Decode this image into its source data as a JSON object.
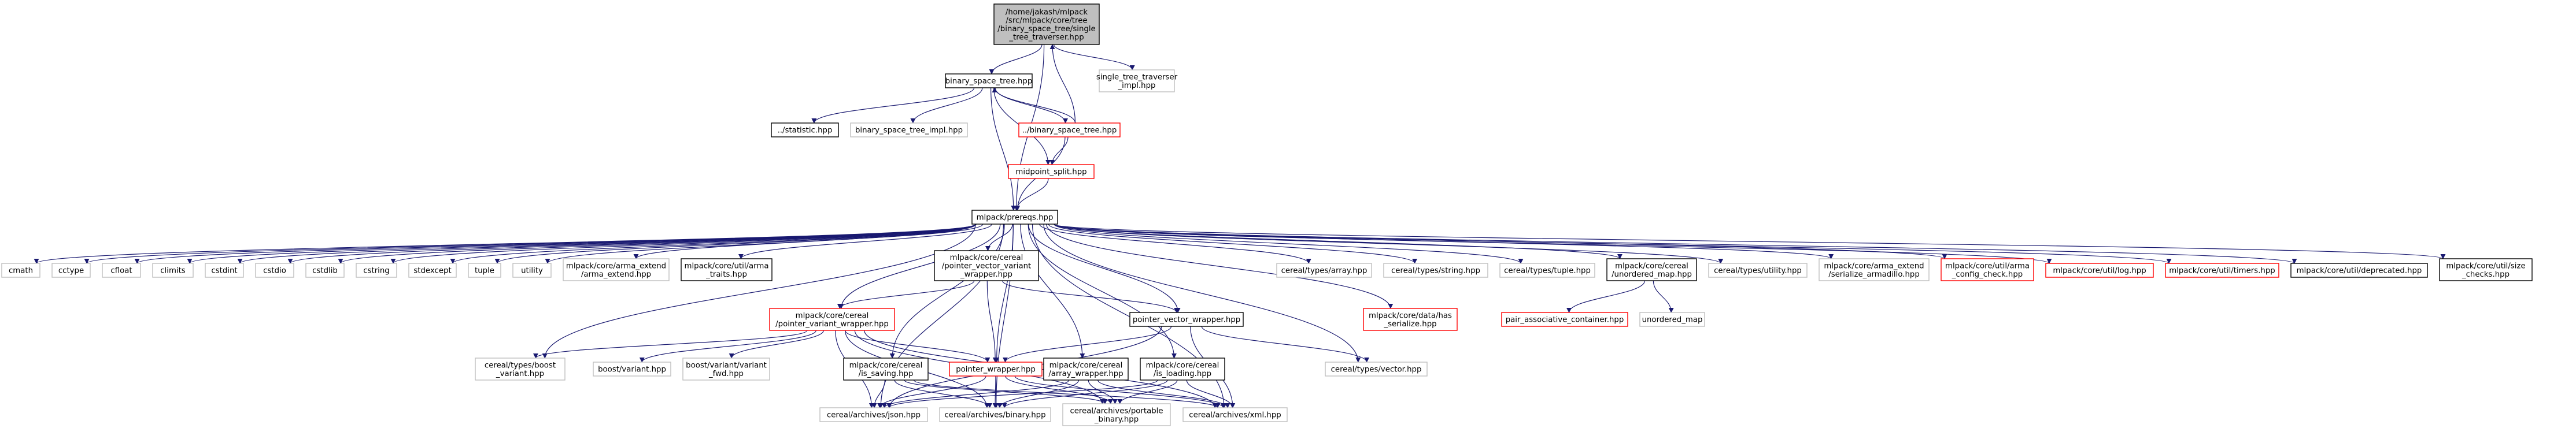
{
  "diagram": {
    "colors": {
      "edge": "#191970",
      "border_default": "#000000",
      "border_incomplete": "#ff0000",
      "border_external": "#bfbfbf",
      "fill_root": "#bfbfbf",
      "fill_default": "#ffffff"
    },
    "nodes": [
      {
        "id": "root",
        "lines": [
          "/home/jakash/mlpack",
          "/src/mlpack/core/tree",
          "/binary_space_tree/single",
          "_tree_traverser.hpp"
        ],
        "kind": "root"
      },
      {
        "id": "bst",
        "lines": [
          "binary_space_tree.hpp"
        ],
        "kind": "normal"
      },
      {
        "id": "stti",
        "lines": [
          "single_tree_traverser",
          "_impl.hpp"
        ],
        "kind": "external"
      },
      {
        "id": "stat",
        "lines": [
          "../statistic.hpp"
        ],
        "kind": "normal"
      },
      {
        "id": "bsti",
        "lines": [
          "binary_space_tree_impl.hpp"
        ],
        "kind": "external"
      },
      {
        "id": "dbst",
        "lines": [
          "../binary_space_tree.hpp"
        ],
        "kind": "incomplete"
      },
      {
        "id": "mid",
        "lines": [
          "midpoint_split.hpp"
        ],
        "kind": "incomplete"
      },
      {
        "id": "prereq",
        "lines": [
          "mlpack/prereqs.hpp"
        ],
        "kind": "normal"
      },
      {
        "id": "cmath",
        "lines": [
          "cmath"
        ],
        "kind": "external"
      },
      {
        "id": "cctype",
        "lines": [
          "cctype"
        ],
        "kind": "external"
      },
      {
        "id": "cfloat",
        "lines": [
          "cfloat"
        ],
        "kind": "external"
      },
      {
        "id": "climits",
        "lines": [
          "climits"
        ],
        "kind": "external"
      },
      {
        "id": "cstdint",
        "lines": [
          "cstdint"
        ],
        "kind": "external"
      },
      {
        "id": "cstdio",
        "lines": [
          "cstdio"
        ],
        "kind": "external"
      },
      {
        "id": "cstdlib",
        "lines": [
          "cstdlib"
        ],
        "kind": "external"
      },
      {
        "id": "cstring",
        "lines": [
          "cstring"
        ],
        "kind": "external"
      },
      {
        "id": "stdexcept",
        "lines": [
          "stdexcept"
        ],
        "kind": "external"
      },
      {
        "id": "tuple",
        "lines": [
          "tuple"
        ],
        "kind": "external"
      },
      {
        "id": "utility",
        "lines": [
          "utility"
        ],
        "kind": "external"
      },
      {
        "id": "armaext",
        "lines": [
          "mlpack/core/arma_extend",
          "/arma_extend.hpp"
        ],
        "kind": "external"
      },
      {
        "id": "armatraits",
        "lines": [
          "mlpack/core/util/arma",
          "_traits.hpp"
        ],
        "kind": "normal"
      },
      {
        "id": "pvvw",
        "lines": [
          "mlpack/core/cereal",
          "/pointer_vector_variant",
          "_wrapper.hpp"
        ],
        "kind": "normal"
      },
      {
        "id": "array",
        "lines": [
          "cereal/types/array.hpp"
        ],
        "kind": "external"
      },
      {
        "id": "string",
        "lines": [
          "cereal/types/string.hpp"
        ],
        "kind": "external"
      },
      {
        "id": "ctuple",
        "lines": [
          "cereal/types/tuple.hpp"
        ],
        "kind": "external"
      },
      {
        "id": "umap",
        "lines": [
          "mlpack/core/cereal",
          "/unordered_map.hpp"
        ],
        "kind": "normal"
      },
      {
        "id": "cutil",
        "lines": [
          "cereal/types/utility.hpp"
        ],
        "kind": "external"
      },
      {
        "id": "serarma",
        "lines": [
          "mlpack/core/arma_extend",
          "/serialize_armadillo.hpp"
        ],
        "kind": "external"
      },
      {
        "id": "armacfg",
        "lines": [
          "mlpack/core/util/arma",
          "_config_check.hpp"
        ],
        "kind": "incomplete"
      },
      {
        "id": "log",
        "lines": [
          "mlpack/core/util/log.hpp"
        ],
        "kind": "incomplete"
      },
      {
        "id": "timers",
        "lines": [
          "mlpack/core/util/timers.hpp"
        ],
        "kind": "incomplete"
      },
      {
        "id": "depr",
        "lines": [
          "mlpack/core/util/deprecated.hpp"
        ],
        "kind": "normal"
      },
      {
        "id": "size",
        "lines": [
          "mlpack/core/util/size",
          "_checks.hpp"
        ],
        "kind": "normal"
      },
      {
        "id": "pvw",
        "lines": [
          "mlpack/core/cereal",
          "/pointer_variant_wrapper.hpp"
        ],
        "kind": "incomplete"
      },
      {
        "id": "pvecw",
        "lines": [
          "pointer_vector_wrapper.hpp"
        ],
        "kind": "normal"
      },
      {
        "id": "hasser",
        "lines": [
          "mlpack/core/data/has",
          "_serialize.hpp"
        ],
        "kind": "incomplete"
      },
      {
        "id": "pairac",
        "lines": [
          "pair_associative_container.hpp"
        ],
        "kind": "incomplete"
      },
      {
        "id": "unmap",
        "lines": [
          "unordered_map"
        ],
        "kind": "external"
      },
      {
        "id": "boostv",
        "lines": [
          "cereal/types/boost",
          "_variant.hpp"
        ],
        "kind": "external"
      },
      {
        "id": "bvariant",
        "lines": [
          "boost/variant.hpp"
        ],
        "kind": "external"
      },
      {
        "id": "bvfwd",
        "lines": [
          "boost/variant/variant",
          "_fwd.hpp"
        ],
        "kind": "external"
      },
      {
        "id": "issave",
        "lines": [
          "mlpack/core/cereal",
          "/is_saving.hpp"
        ],
        "kind": "normal"
      },
      {
        "id": "ptrw",
        "lines": [
          "pointer_wrapper.hpp"
        ],
        "kind": "incomplete"
      },
      {
        "id": "arrw",
        "lines": [
          "mlpack/core/cereal",
          "/array_wrapper.hpp"
        ],
        "kind": "normal"
      },
      {
        "id": "isload",
        "lines": [
          "mlpack/core/cereal",
          "/is_loading.hpp"
        ],
        "kind": "normal"
      },
      {
        "id": "vector",
        "lines": [
          "cereal/types/vector.hpp"
        ],
        "kind": "external"
      },
      {
        "id": "json",
        "lines": [
          "cereal/archives/json.hpp"
        ],
        "kind": "external"
      },
      {
        "id": "binary",
        "lines": [
          "cereal/archives/binary.hpp"
        ],
        "kind": "external"
      },
      {
        "id": "portable",
        "lines": [
          "cereal/archives/portable",
          "_binary.hpp"
        ],
        "kind": "external"
      },
      {
        "id": "xml",
        "lines": [
          "cereal/archives/xml.hpp"
        ],
        "kind": "external"
      }
    ],
    "edges": [
      [
        "root",
        "bst"
      ],
      [
        "root",
        "stti"
      ],
      [
        "root",
        "prereq"
      ],
      [
        "bst",
        "stat"
      ],
      [
        "bst",
        "bsti"
      ],
      [
        "bst",
        "dbst"
      ],
      [
        "bst",
        "mid"
      ],
      [
        "bst",
        "prereq"
      ],
      [
        "dbst",
        "root"
      ],
      [
        "dbst",
        "bst"
      ],
      [
        "dbst",
        "mid"
      ],
      [
        "dbst",
        "prereq"
      ],
      [
        "mid",
        "prereq"
      ],
      [
        "prereq",
        "cmath"
      ],
      [
        "prereq",
        "cctype"
      ],
      [
        "prereq",
        "cfloat"
      ],
      [
        "prereq",
        "climits"
      ],
      [
        "prereq",
        "cstdint"
      ],
      [
        "prereq",
        "cstdio"
      ],
      [
        "prereq",
        "cstdlib"
      ],
      [
        "prereq",
        "cstring"
      ],
      [
        "prereq",
        "stdexcept"
      ],
      [
        "prereq",
        "tuple"
      ],
      [
        "prereq",
        "utility"
      ],
      [
        "prereq",
        "armaext"
      ],
      [
        "prereq",
        "armatraits"
      ],
      [
        "prereq",
        "pvvw"
      ],
      [
        "prereq",
        "array"
      ],
      [
        "prereq",
        "string"
      ],
      [
        "prereq",
        "ctuple"
      ],
      [
        "prereq",
        "umap"
      ],
      [
        "prereq",
        "cutil"
      ],
      [
        "prereq",
        "serarma"
      ],
      [
        "prereq",
        "armacfg"
      ],
      [
        "prereq",
        "log"
      ],
      [
        "prereq",
        "timers"
      ],
      [
        "prereq",
        "depr"
      ],
      [
        "prereq",
        "size"
      ],
      [
        "prereq",
        "pvw"
      ],
      [
        "prereq",
        "pvecw"
      ],
      [
        "prereq",
        "hasser"
      ],
      [
        "prereq",
        "boostv"
      ],
      [
        "prereq",
        "issave"
      ],
      [
        "prereq",
        "ptrw"
      ],
      [
        "prereq",
        "arrw"
      ],
      [
        "prereq",
        "isload"
      ],
      [
        "prereq",
        "vector"
      ],
      [
        "prereq",
        "json"
      ],
      [
        "prereq",
        "binary"
      ],
      [
        "prereq",
        "xml"
      ],
      [
        "pvvw",
        "pvw"
      ],
      [
        "pvvw",
        "pvecw"
      ],
      [
        "pvvw",
        "ptrw"
      ],
      [
        "pvw",
        "boostv"
      ],
      [
        "pvw",
        "bvariant"
      ],
      [
        "pvw",
        "bvfwd"
      ],
      [
        "pvw",
        "ptrw"
      ],
      [
        "pvw",
        "json"
      ],
      [
        "pvw",
        "binary"
      ],
      [
        "pvw",
        "portable"
      ],
      [
        "pvw",
        "xml"
      ],
      [
        "pvecw",
        "ptrw"
      ],
      [
        "pvecw",
        "vector"
      ],
      [
        "pvecw",
        "json"
      ],
      [
        "pvecw",
        "xml"
      ],
      [
        "umap",
        "pairac"
      ],
      [
        "umap",
        "unmap"
      ],
      [
        "issave",
        "json"
      ],
      [
        "issave",
        "binary"
      ],
      [
        "issave",
        "portable"
      ],
      [
        "issave",
        "xml"
      ],
      [
        "ptrw",
        "json"
      ],
      [
        "ptrw",
        "binary"
      ],
      [
        "ptrw",
        "portable"
      ],
      [
        "ptrw",
        "xml"
      ],
      [
        "arrw",
        "json"
      ],
      [
        "arrw",
        "binary"
      ],
      [
        "arrw",
        "portable"
      ],
      [
        "arrw",
        "xml"
      ],
      [
        "isload",
        "json"
      ],
      [
        "isload",
        "binary"
      ],
      [
        "isload",
        "portable"
      ],
      [
        "isload",
        "xml"
      ]
    ]
  }
}
